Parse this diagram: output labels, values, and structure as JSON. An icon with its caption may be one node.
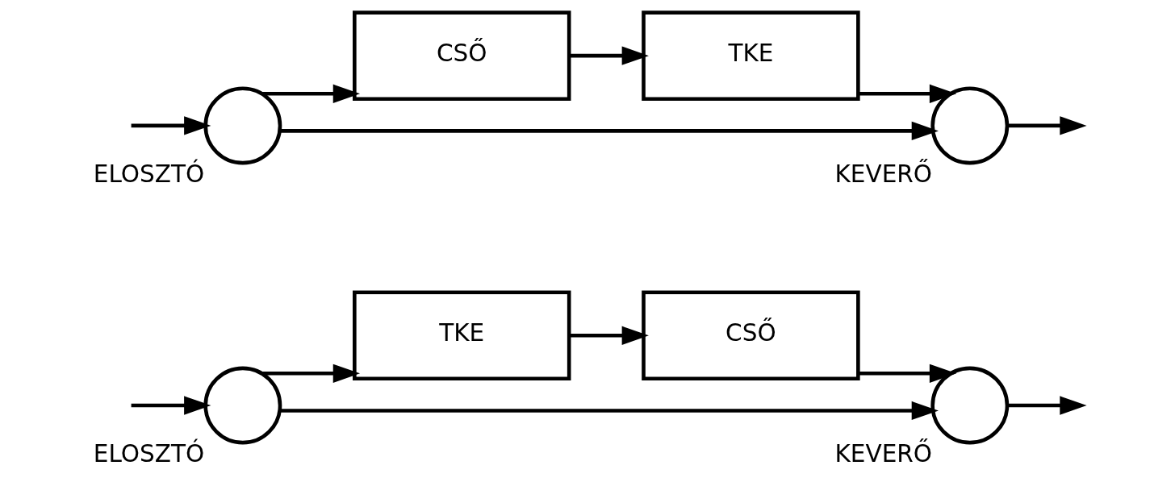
{
  "diagram": {
    "nodes": [
      {
        "text": [],
        "shape": "circle",
        "beside": [
          "ELOSZTÓ"
        ]
      },
      {
        "text": [
          "TKE"
        ]
      },
      {
        "text": [
          "CSŐ"
        ]
      },
      {
        "text": [],
        "shape": "circle",
        "beside": [
          "KEVERŐ"
        ]
      },
      {
        "text": [],
        "shape": "circle",
        "beside": [
          "ELOSZTÓ"
        ]
      },
      {
        "text": [
          "CSŐ"
        ]
      },
      {
        "text": [
          "TKE"
        ]
      },
      {
        "text": [],
        "shape": "circle",
        "beside": [
          "KEVERŐ"
        ]
      }
    ],
    "edges": [
      {
        "from": null,
        "to": 0,
        "arrow": "to"
      },
      {
        "from": 0,
        "to": 1,
        "arrow": "to"
      },
      {
        "from": 1,
        "to": 2,
        "arrow": "to"
      },
      {
        "from": 2,
        "to": 3,
        "arrow": "to"
      },
      {
        "from": 0,
        "to": 3,
        "arrow": "to"
      },
      {
        "from": 3,
        "to": null,
        "arrow": "to"
      },
      {
        "from": null,
        "to": 4,
        "arrow": "to"
      },
      {
        "from": 4,
        "to": 5,
        "arrow": "to"
      },
      {
        "from": 5,
        "to": 6,
        "arrow": "to"
      },
      {
        "from": 6,
        "to": 7,
        "arrow": "to"
      },
      {
        "from": 4,
        "to": 7,
        "arrow": "to"
      },
      {
        "from": 7,
        "to": null,
        "arrow": "to"
      }
    ]
  }
}
